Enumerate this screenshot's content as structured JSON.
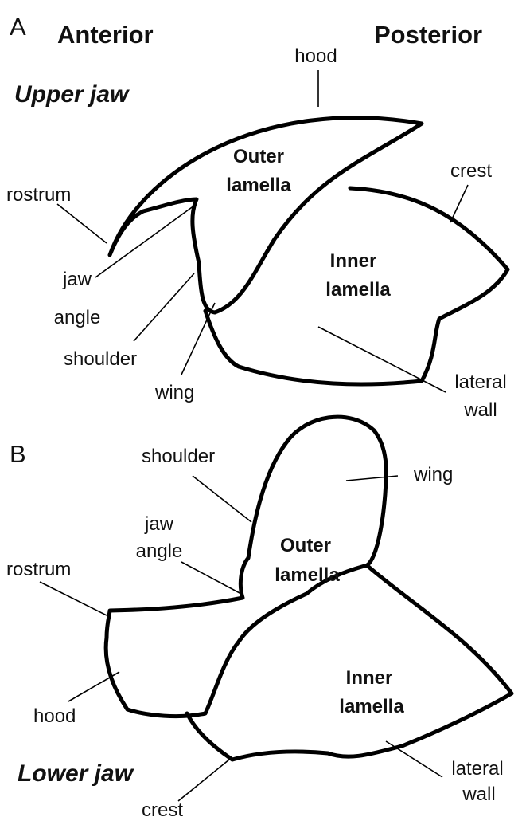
{
  "header": {
    "left": "Anterior",
    "right": "Posterior"
  },
  "panel_a": {
    "letter": "A",
    "title": "Upper jaw",
    "outer_part": [
      "Outer",
      "lamella"
    ],
    "inner_part": [
      "Inner",
      "lamella"
    ],
    "labels": {
      "hood": "hood",
      "crest": "crest",
      "rostrum": "rostrum",
      "jaw_angle": [
        "jaw",
        "angle"
      ],
      "shoulder": "shoulder",
      "wing": "wing",
      "lateral_wall": [
        "lateral",
        "wall"
      ]
    }
  },
  "panel_b": {
    "letter": "B",
    "title": "Lower jaw",
    "outer_part": [
      "Outer",
      "lamella"
    ],
    "inner_part": [
      "Inner",
      "lamella"
    ],
    "labels": {
      "shoulder": "shoulder",
      "wing": "wing",
      "jaw_angle": [
        "jaw",
        "angle"
      ],
      "rostrum": "rostrum",
      "hood": "hood",
      "crest": "crest",
      "lateral_wall": [
        "lateral",
        "wall"
      ]
    }
  }
}
